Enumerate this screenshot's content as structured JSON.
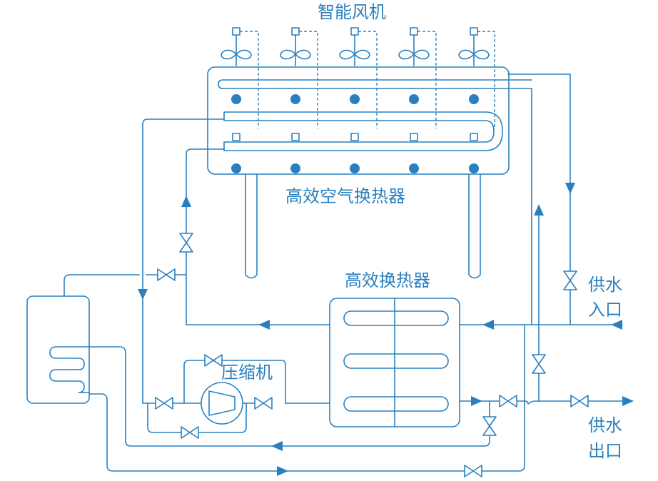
{
  "labels": {
    "smart_fans": "智能风机",
    "air_exchanger": "高效空气换热器",
    "heat_exchanger": "高效换热器",
    "compressor": "压缩机",
    "supply_in_1": "供水",
    "supply_in_2": "入口",
    "supply_out_1": "供水",
    "supply_out_2": "出口"
  },
  "colors": {
    "line": "#2a80bf",
    "background": "#ffffff"
  }
}
